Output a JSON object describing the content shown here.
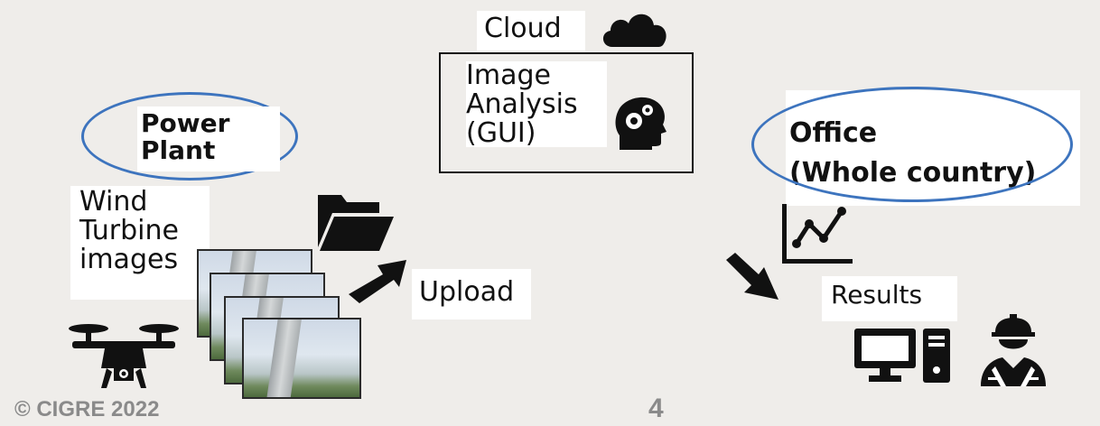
{
  "cloud_label": "Cloud",
  "analysis_box": {
    "line1": "Image",
    "line2": "Analysis",
    "line3": "(GUI)"
  },
  "power_plant": {
    "line1": "Power",
    "line2": "Plant"
  },
  "office": {
    "line1": "Office",
    "line2": "(Whole country)"
  },
  "wind_label": {
    "line1": "Wind",
    "line2": "Turbine",
    "line3": "images"
  },
  "upload_label": "Upload",
  "results_label": "Results",
  "footer": {
    "copyright": "© CIGRE 2022",
    "page_number": "4"
  },
  "icons": [
    "cloud-icon",
    "brain-gears-icon",
    "folder-open-icon",
    "arrow-up-right-icon",
    "arrow-down-right-icon",
    "chart-icon",
    "drone-icon",
    "computer-icon",
    "worker-icon"
  ],
  "colors": {
    "background": "#efedea",
    "ellipse_border": "#3d74be",
    "footer_text": "#8a8a8a"
  }
}
